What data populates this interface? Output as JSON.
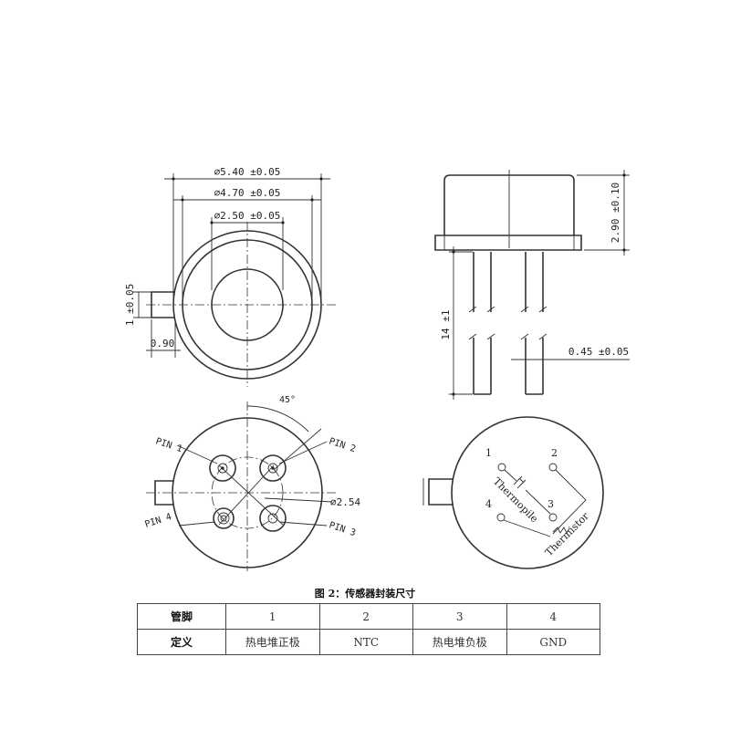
{
  "top_view": {
    "dim_outer": "∅5.40 ±0.05",
    "dim_mid": "∅4.70 ±0.05",
    "dim_inner": "∅2.50 ±0.05",
    "dim_tab_height": "1 ±0.05",
    "dim_tab_width": "0.90"
  },
  "side_view": {
    "dim_height": "2.90 ±0.10",
    "dim_lead_length": "14 ±1",
    "dim_lead_diameter": "0.45 ±0.05"
  },
  "bottom_view": {
    "angle": "45°",
    "pcd": "∅2.54",
    "pins": [
      "PIN 1",
      "PIN 2",
      "PIN 3",
      "PIN 4"
    ]
  },
  "schematic": {
    "pin_numbers": [
      "1",
      "2",
      "3",
      "4"
    ],
    "thermopile": "Thermopile",
    "thermistor": "Thermistor"
  },
  "caption": "图 2：传感器封装尺寸",
  "table": {
    "header_label": "管脚",
    "definition_label": "定义",
    "pins": [
      "1",
      "2",
      "3",
      "4"
    ],
    "definitions": [
      "热电堆正极",
      "NTC",
      "热电堆负极",
      "GND"
    ]
  }
}
